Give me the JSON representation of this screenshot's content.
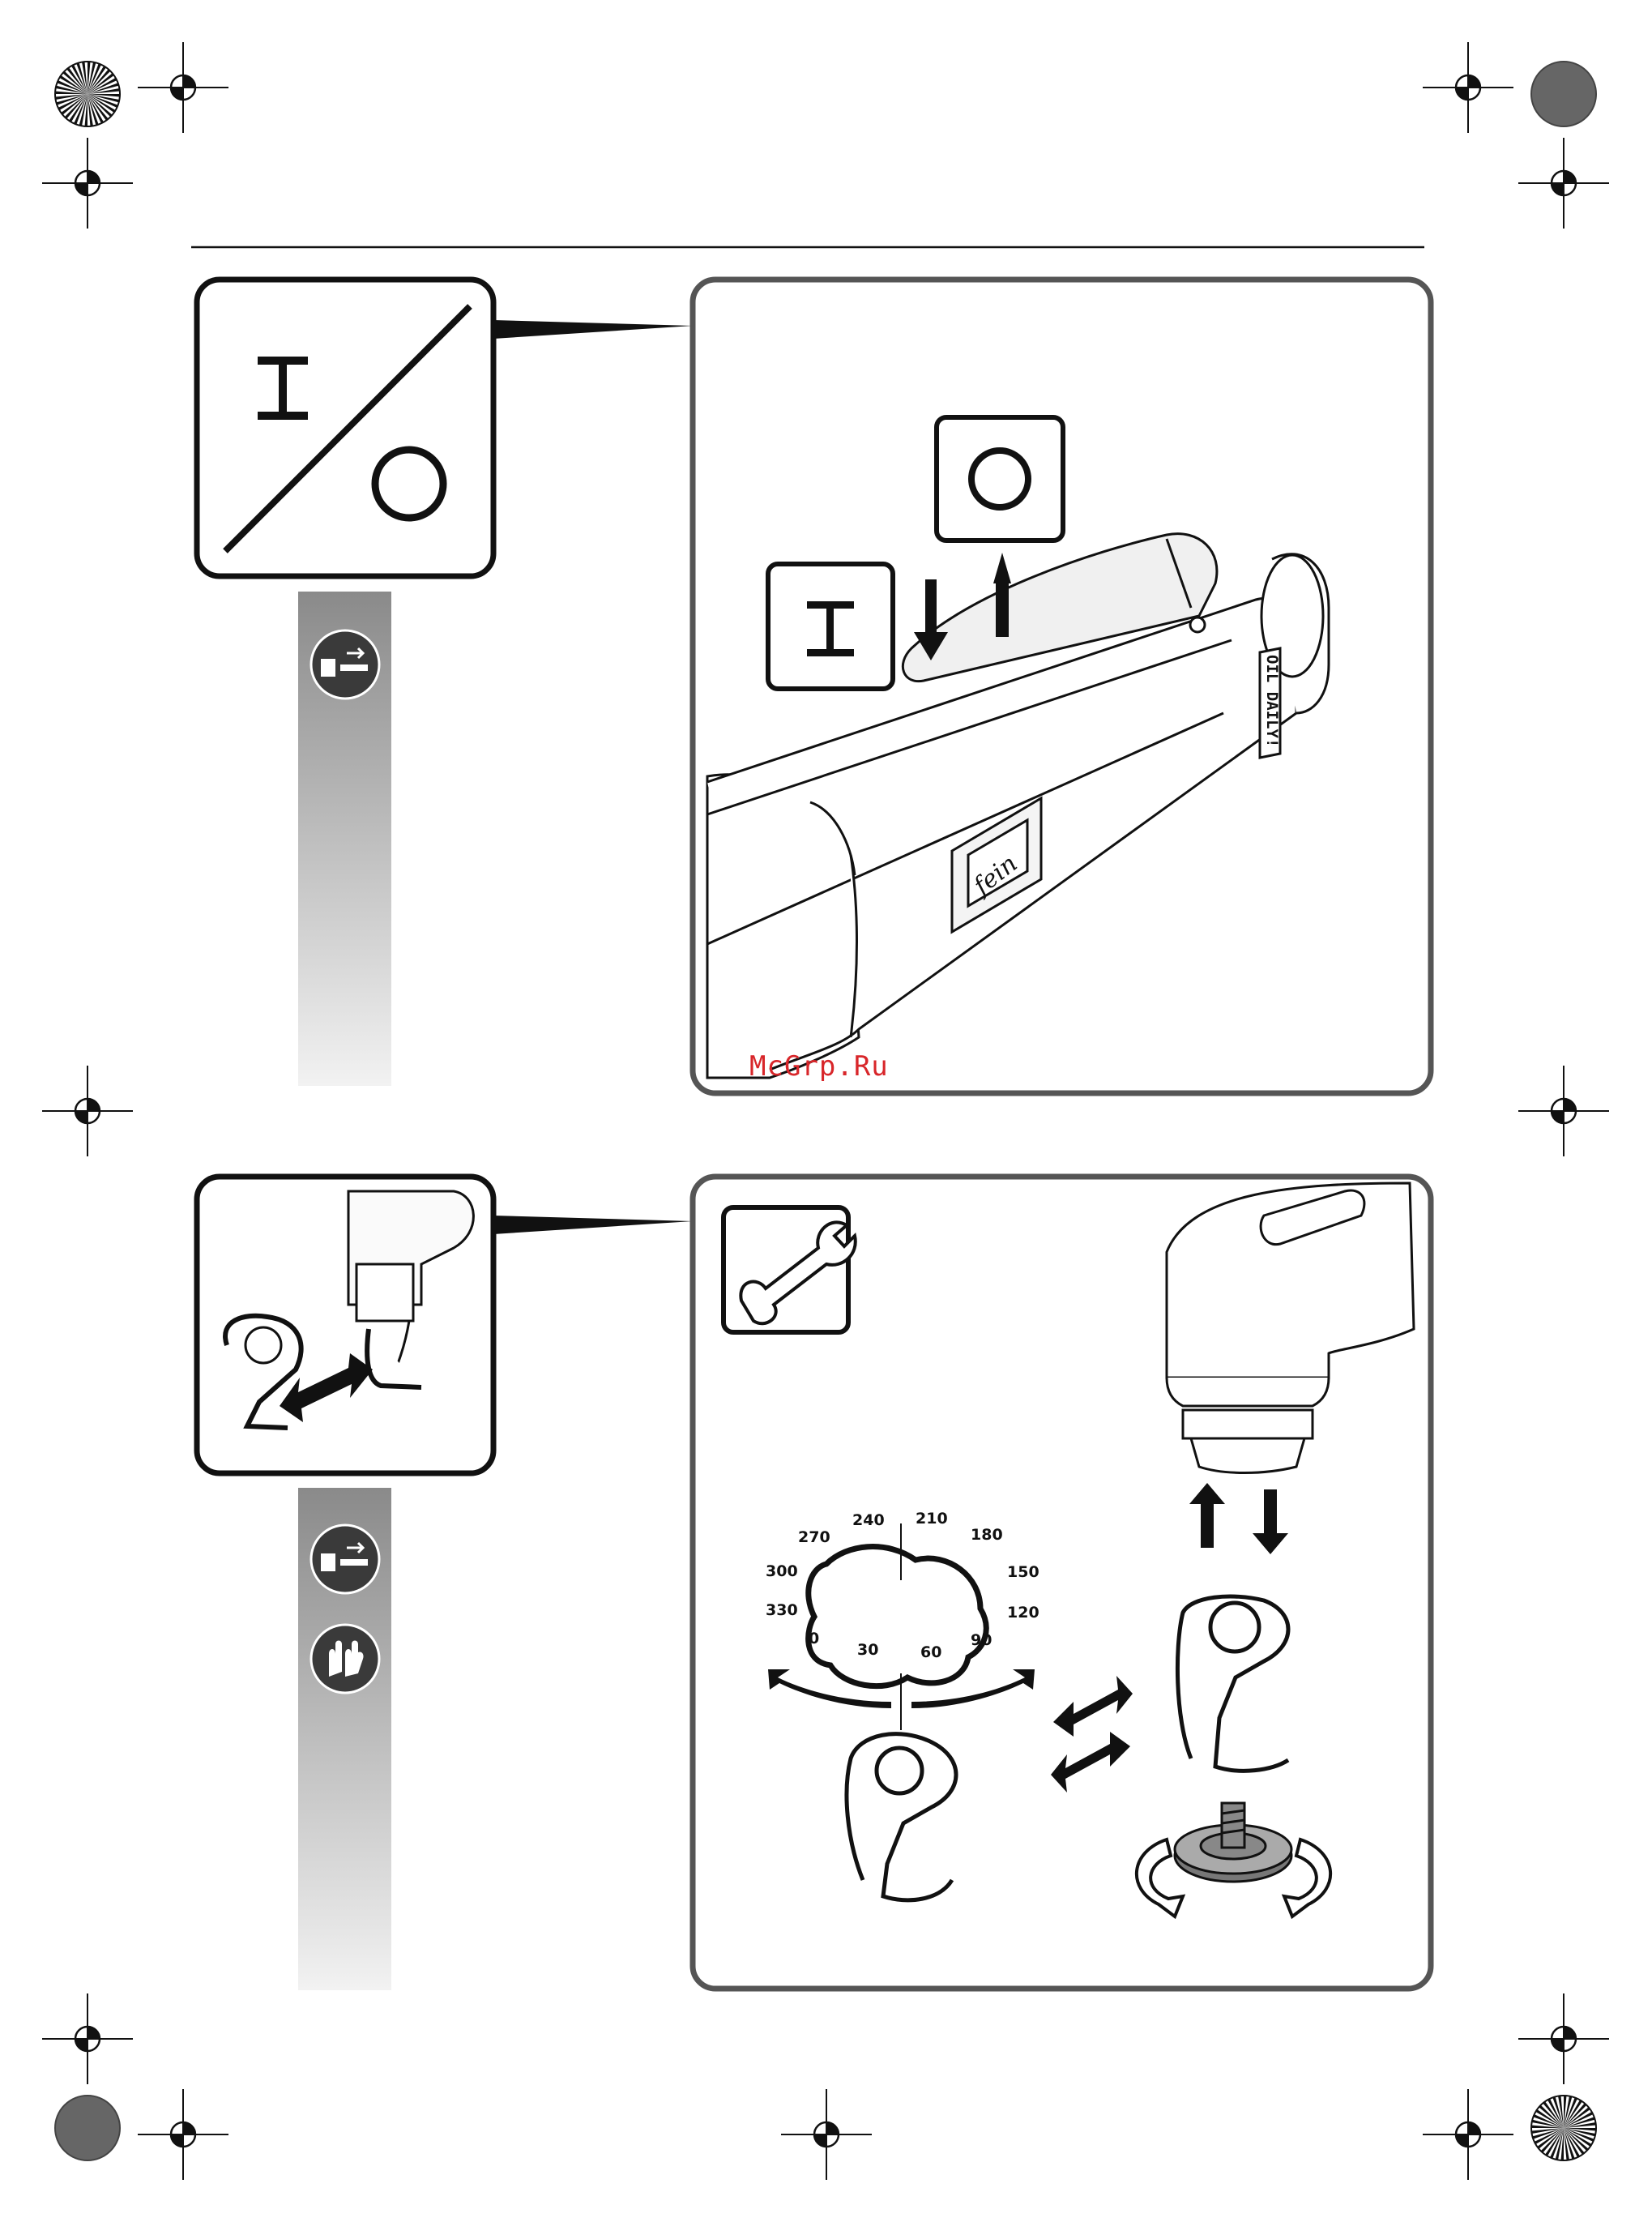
{
  "page": {
    "watermark": "McGrp.Ru"
  },
  "panel_top": {
    "symbol_on": "I",
    "symbol_off": "O",
    "tool_label": "OIL DAILY!",
    "logo": "fein"
  },
  "panel_bottom": {
    "dial_labels": [
      "240",
      "210",
      "180",
      "150",
      "120",
      "90",
      "60",
      "30",
      "0",
      "330",
      "300",
      "270"
    ]
  },
  "icons": {
    "top_sidebar": [
      "disconnect-air-supply-icon"
    ],
    "bottom_sidebar": [
      "disconnect-air-supply-icon",
      "wear-gloves-icon"
    ],
    "tool": "wrench-icon"
  },
  "colors": {
    "frame": "#555555",
    "sidebar_top": "#8a8a8a",
    "sidebar_bottom": "#f2f2f2",
    "icon_circle": "#3a3a3a",
    "watermark": "#d8262a"
  }
}
